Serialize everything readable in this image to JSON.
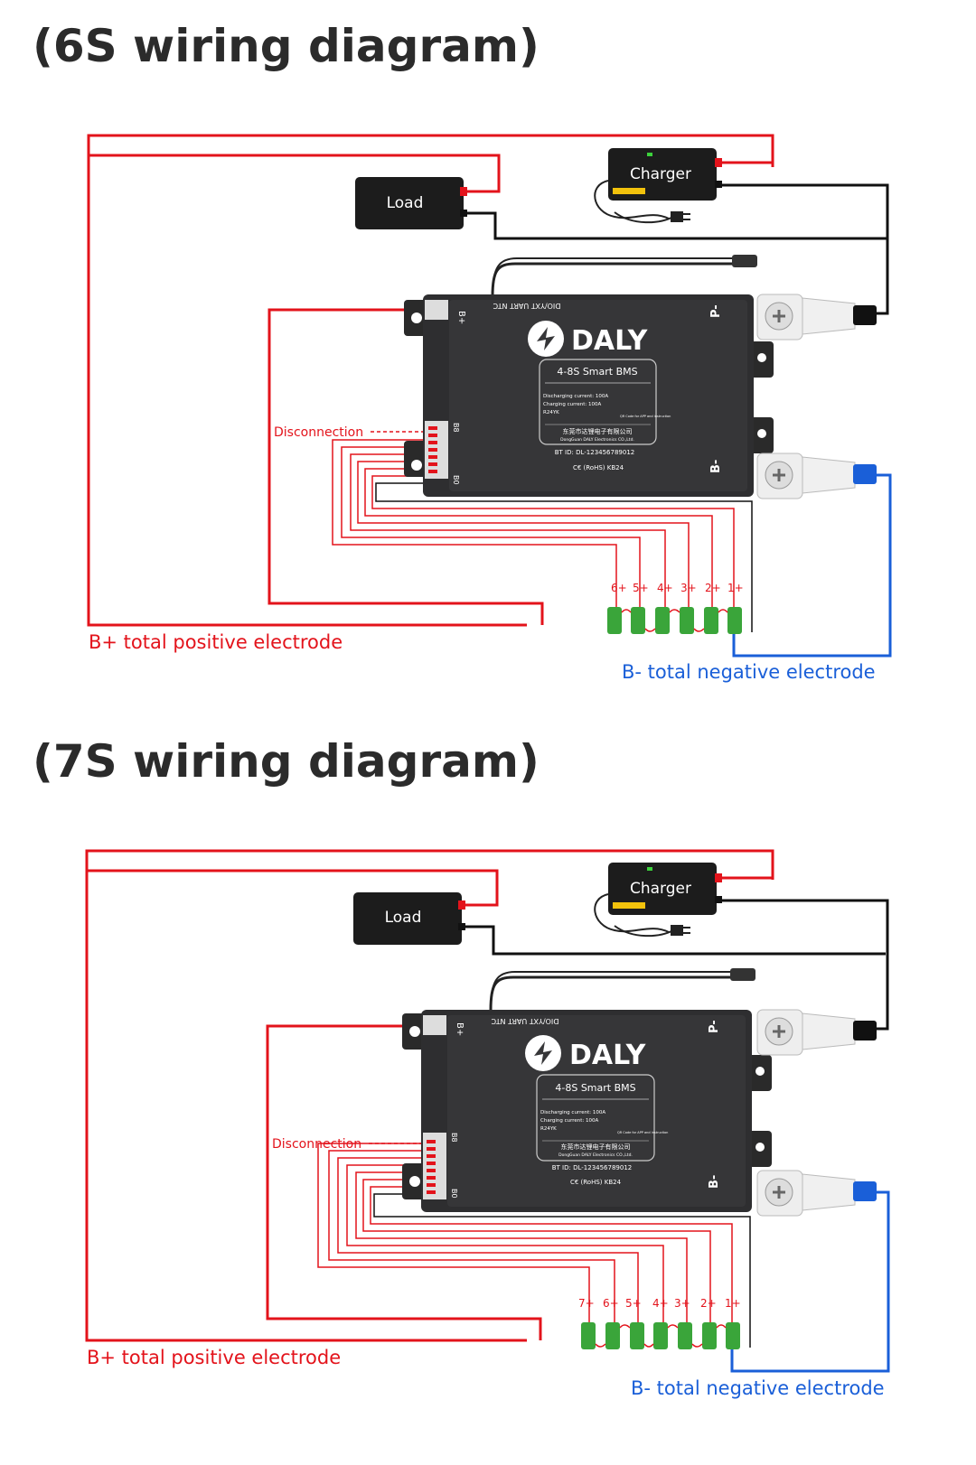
{
  "diagrams": [
    {
      "title": "(6S wiring diagram)",
      "load_label": "Load",
      "charger_label": "Charger",
      "brand": "DALY",
      "model": "4-8S  Smart  BMS",
      "spec_lines": [
        "Discharging current: 100A",
        "Charging current: 100A",
        "R24YK"
      ],
      "qr_note": "QR Code for APP and instruction",
      "company_cn": "东莞市达锂电子有限公司",
      "company_en": "DongGuan DALY Electronics CO.,Ltd.",
      "bt_id": "BT ID: DL-123456789012",
      "cert": "C€ (RoHS)  KB24",
      "ports": "DIO/YXT  UART  NTC",
      "b_plus_port": "B+",
      "b8_label": "B8",
      "b0_label": "B0",
      "p_minus": "P-",
      "b_minus": "B-",
      "disconnection": "Disconnection",
      "cell_labels": [
        "6+",
        "5+",
        "4+",
        "3+",
        "2+",
        "1+"
      ],
      "pos_label": "B+ total positive electrode",
      "neg_label": "B- total negative electrode"
    },
    {
      "title": "(7S wiring diagram)",
      "load_label": "Load",
      "charger_label": "Charger",
      "brand": "DALY",
      "model": "4-8S  Smart  BMS",
      "spec_lines": [
        "Discharging current: 100A",
        "Charging current: 100A",
        "R24YK"
      ],
      "qr_note": "QR Code for APP and instruction",
      "company_cn": "东莞市达锂电子有限公司",
      "company_en": "DongGuan DALY Electronics CO.,Ltd.",
      "bt_id": "BT ID: DL-123456789012",
      "cert": "C€ (RoHS)  KB24",
      "ports": "DIO/YXT  UART  NTC",
      "b_plus_port": "B+",
      "b8_label": "B8",
      "b0_label": "B0",
      "p_minus": "P-",
      "b_minus": "B-",
      "disconnection": "Disconnection",
      "cell_labels": [
        "7+",
        "6+",
        "5+",
        "4+",
        "3+",
        "2+",
        "1+"
      ],
      "pos_label": "B+ total positive electrode",
      "neg_label": "B- total negative electrode"
    }
  ],
  "colors": {
    "wire_red": "#e3131b",
    "wire_black": "#111111",
    "wire_blue": "#1a5fd8",
    "bms_body": "#2e2e30",
    "cell_green": "#3aa53a"
  }
}
